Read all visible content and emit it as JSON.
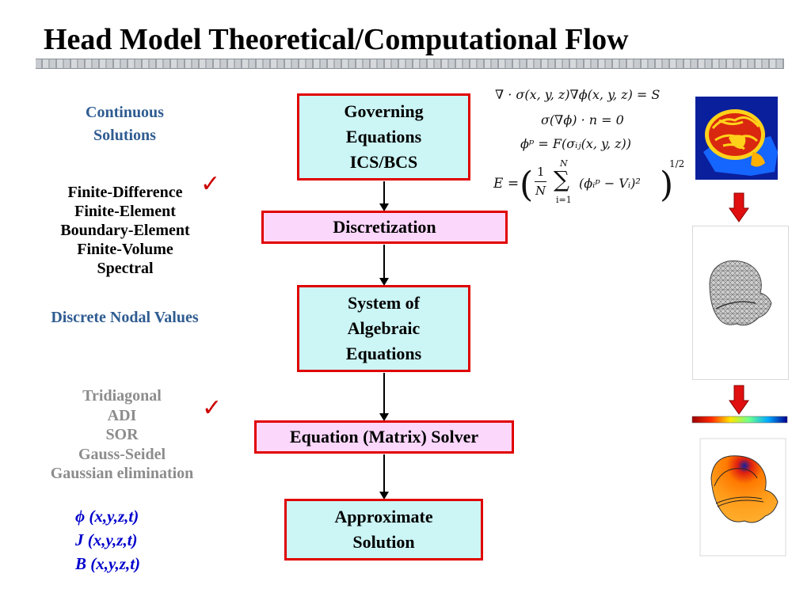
{
  "title": "Head Model Theoretical/Computational Flow",
  "left": {
    "continuous": [
      "Continuous",
      "Solutions"
    ],
    "methods": [
      "Finite-Difference",
      "Finite-Element",
      "Boundary-Element",
      "Finite-Volume",
      "Spectral"
    ],
    "nodal": "Discrete Nodal Values",
    "solvers": [
      "Tridiagonal",
      "ADI",
      "SOR",
      "Gauss-Seidel",
      "Gaussian elimination"
    ],
    "check": "✓",
    "vars": [
      {
        "sym": "ϕ",
        "args": " (x,y,z,t)"
      },
      {
        "sym": "J",
        "args": " (x,y,z,t)"
      },
      {
        "sym": "B",
        "args": " (x,y,z,t)"
      }
    ]
  },
  "flow": {
    "governing": [
      "Governing",
      "Equations",
      "ICS/BCS"
    ],
    "discretization": "Discretization",
    "algebraic": [
      "System of",
      "Algebraic",
      "Equations"
    ],
    "solver": "Equation (Matrix) Solver",
    "approx": [
      "Approximate",
      "Solution"
    ]
  },
  "equations": {
    "eq1": "∇ · σ(x, y, z)∇ϕ(x, y, z) = S",
    "eq2": "σ(∇ϕ) · n = 0",
    "eq3": "ϕᵖ = F(σᵢⱼ(x, y, z))",
    "eq4_lhs": "E =",
    "eq4_frac_num": "1",
    "eq4_frac_den": "N",
    "eq4_sum_top": "N",
    "eq4_sum_bot": "i=1",
    "eq4_body": "(ϕᵢᵖ − Vᵢ)²",
    "eq4_exp": "1/2"
  },
  "colors": {
    "border": "#e00000",
    "cyan": "#ccf5f5",
    "pink": "#fcd7fc",
    "blue": "#2f5c91",
    "gray": "#8c8c8c",
    "vars": "#0000cc"
  }
}
